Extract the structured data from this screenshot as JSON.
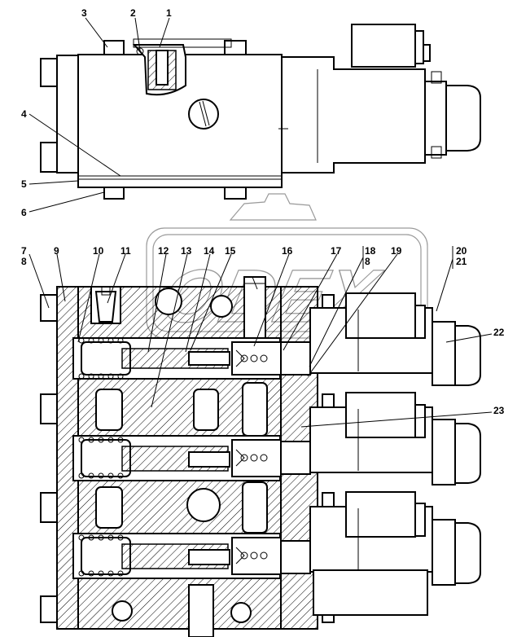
{
  "watermark": {
    "text": "ODEX"
  },
  "callouts": [
    "1",
    "2",
    "3",
    "4",
    "5",
    "6",
    "7",
    "8",
    "9",
    "10",
    "11",
    "12",
    "13",
    "14",
    "15",
    "16",
    "17",
    "18",
    "8",
    "19",
    "20",
    "21",
    "22",
    "23"
  ],
  "views": [
    "top-view",
    "section-view"
  ]
}
